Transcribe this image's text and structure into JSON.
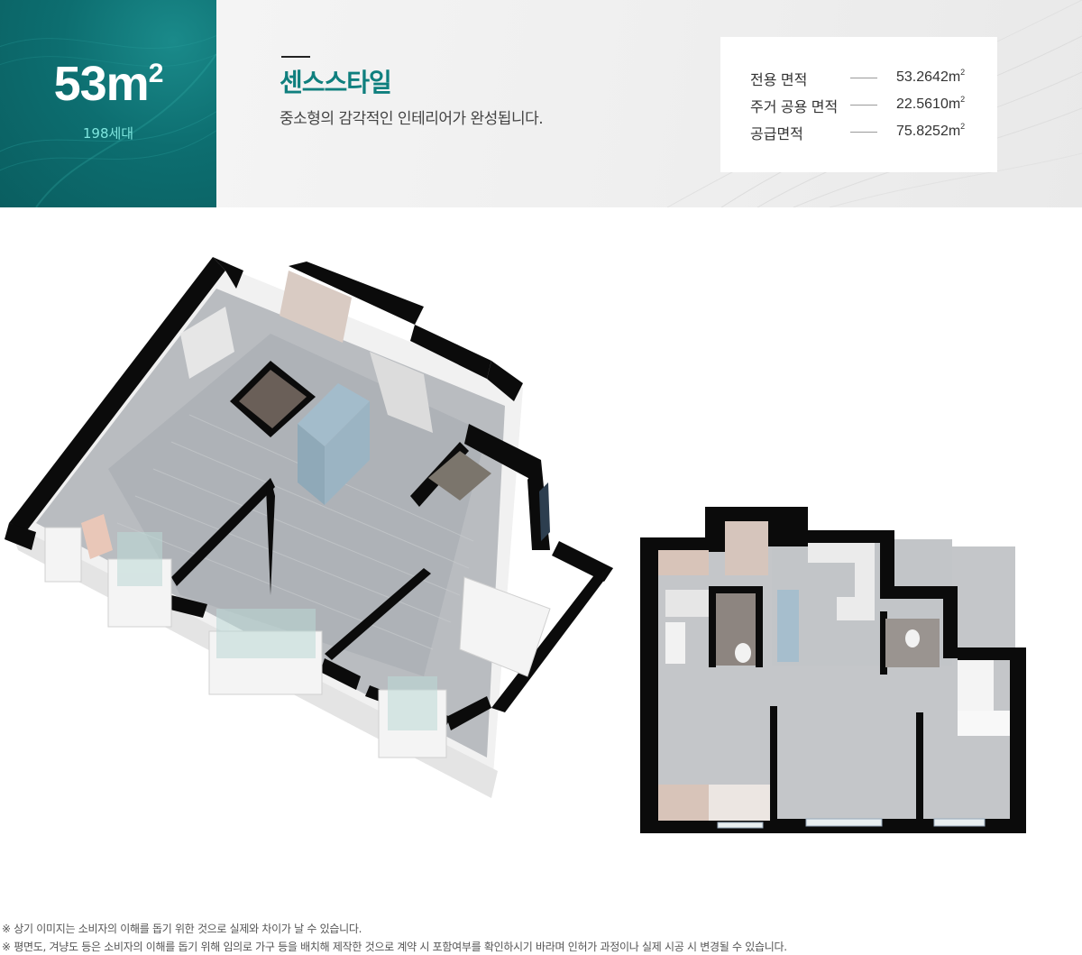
{
  "unit_type": {
    "area": "53m",
    "superscript": "2",
    "households": "198세대"
  },
  "style": {
    "title": "센스스타일",
    "description": "중소형의 감각적인 인테리어가 완성됩니다."
  },
  "areas": [
    {
      "label": "전용 면적",
      "value": "53.2642m",
      "unit_sup": "2"
    },
    {
      "label": "주거 공용 면적",
      "value": "22.5610m",
      "unit_sup": "2"
    },
    {
      "label": "공급면적",
      "value": "75.8252m",
      "unit_sup": "2"
    }
  ],
  "images": {
    "isometric": "3d-floor-plan",
    "plan": "2d-floor-plan"
  },
  "notes": [
    "※ 상기 이미지는 소비자의 이해를 돕기 위한 것으로 실제와 차이가 날 수 있습니다.",
    "※ 평면도, 겨냥도 등은 소비자의 이해를 돕기 위해 임의로 가구 등을 배치해 제작한 것으로 계약 시 포함여부를 확인하시기 바라며 인허가 과정이나 실제 시공 시 변경될 수 있습니다."
  ],
  "colors": {
    "teal": "#0d6e70",
    "title_teal": "#0f7f7e",
    "units_mint": "#7fe6df"
  }
}
